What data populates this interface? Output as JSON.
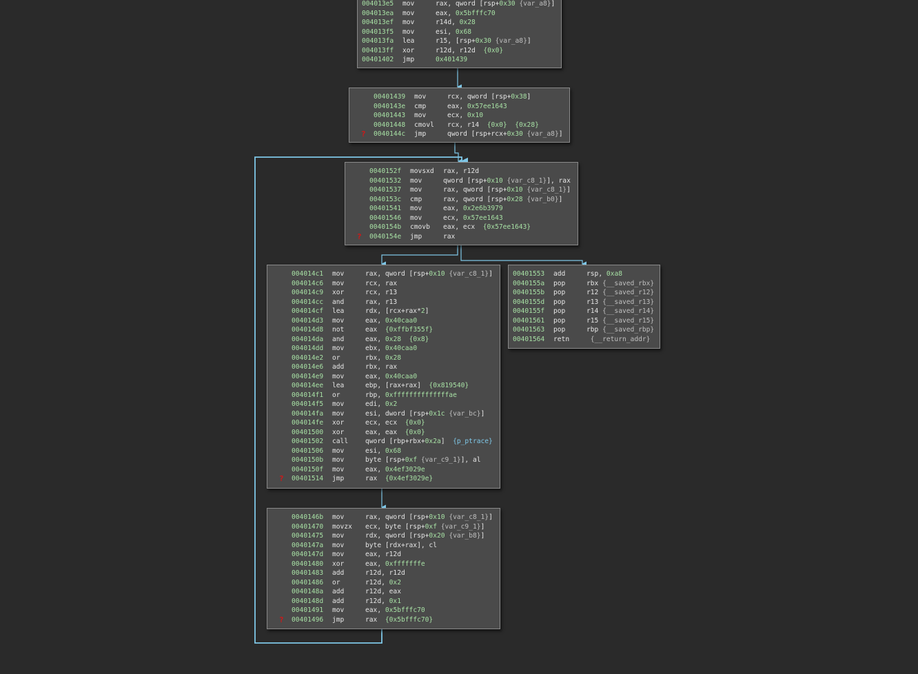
{
  "colors": {
    "background": "#2a2a2a",
    "block_fill": "#4a4a4a",
    "address": "#a7e0a4",
    "immediate": "#a7e0a4",
    "symbol": "#7fc8e8",
    "edge": "#7fc8e8",
    "warning_mark": "#d41616"
  },
  "warning_glyph": "?",
  "blocks": [
    {
      "id": "block-00401365",
      "lines": [
        {
          "addr": "004013e5",
          "mn": "mov",
          "op": [
            [
              "t",
              "rax, qword [rsp+"
            ],
            [
              "n",
              "0x30"
            ],
            [
              "t",
              " "
            ],
            [
              "v",
              "{var_a8}"
            ],
            [
              "t",
              "]"
            ]
          ]
        },
        {
          "addr": "004013ea",
          "mn": "mov",
          "op": [
            [
              "t",
              "eax, "
            ],
            [
              "n",
              "0x5bfffc70"
            ]
          ]
        },
        {
          "addr": "004013ef",
          "mn": "mov",
          "op": [
            [
              "t",
              "r14d, "
            ],
            [
              "n",
              "0x28"
            ]
          ]
        },
        {
          "addr": "004013f5",
          "mn": "mov",
          "op": [
            [
              "t",
              "esi, "
            ],
            [
              "n",
              "0x68"
            ]
          ]
        },
        {
          "addr": "004013fa",
          "mn": "lea",
          "op": [
            [
              "t",
              "r15, [rsp+"
            ],
            [
              "n",
              "0x30"
            ],
            [
              "t",
              " "
            ],
            [
              "v",
              "{var_a8}"
            ],
            [
              "t",
              "]"
            ]
          ]
        },
        {
          "addr": "004013ff",
          "mn": "xor",
          "op": [
            [
              "t",
              "r12d, r12d  "
            ],
            [
              "n",
              "{0x0}"
            ]
          ]
        },
        {
          "addr": "00401402",
          "mn": "jmp",
          "op": [
            [
              "n",
              "0x401439"
            ]
          ]
        }
      ]
    },
    {
      "id": "block-00401439",
      "lines": [
        {
          "addr": "00401439",
          "mn": "mov",
          "op": [
            [
              "t",
              "rcx, qword [rsp+"
            ],
            [
              "n",
              "0x38"
            ],
            [
              "t",
              "]"
            ]
          ]
        },
        {
          "addr": "0040143e",
          "mn": "cmp",
          "op": [
            [
              "t",
              "eax, "
            ],
            [
              "n",
              "0x57ee1643"
            ]
          ]
        },
        {
          "addr": "00401443",
          "mn": "mov",
          "op": [
            [
              "t",
              "ecx, "
            ],
            [
              "n",
              "0x10"
            ]
          ]
        },
        {
          "addr": "00401448",
          "mn": "cmovl",
          "op": [
            [
              "t",
              "rcx, r14  "
            ],
            [
              "n",
              "{0x0}"
            ],
            [
              "t",
              "  "
            ],
            [
              "n",
              "{0x28}"
            ]
          ]
        },
        {
          "addr": "0040144c",
          "mn": "jmp",
          "op": [
            [
              "t",
              "qword [rsp+rcx+"
            ],
            [
              "n",
              "0x30"
            ],
            [
              "t",
              " "
            ],
            [
              "v",
              "{var_a8}"
            ],
            [
              "t",
              "]"
            ]
          ],
          "warn": true
        }
      ]
    },
    {
      "id": "block-0040152f",
      "lines": [
        {
          "addr": "0040152f",
          "mn": "movsxd",
          "op": [
            [
              "t",
              "rax, r12d"
            ]
          ]
        },
        {
          "addr": "00401532",
          "mn": "mov",
          "op": [
            [
              "t",
              "qword [rsp+"
            ],
            [
              "n",
              "0x10"
            ],
            [
              "t",
              " "
            ],
            [
              "v",
              "{var_c8_1}"
            ],
            [
              "t",
              "], rax"
            ]
          ]
        },
        {
          "addr": "00401537",
          "mn": "mov",
          "op": [
            [
              "t",
              "rax, qword [rsp+"
            ],
            [
              "n",
              "0x10"
            ],
            [
              "t",
              " "
            ],
            [
              "v",
              "{var_c8_1}"
            ],
            [
              "t",
              "]"
            ]
          ]
        },
        {
          "addr": "0040153c",
          "mn": "cmp",
          "op": [
            [
              "t",
              "rax, qword [rsp+"
            ],
            [
              "n",
              "0x28"
            ],
            [
              "t",
              " "
            ],
            [
              "v",
              "{var_b0}"
            ],
            [
              "t",
              "]"
            ]
          ]
        },
        {
          "addr": "00401541",
          "mn": "mov",
          "op": [
            [
              "t",
              "eax, "
            ],
            [
              "n",
              "0x2e6b3979"
            ]
          ]
        },
        {
          "addr": "00401546",
          "mn": "mov",
          "op": [
            [
              "t",
              "ecx, "
            ],
            [
              "n",
              "0x57ee1643"
            ]
          ]
        },
        {
          "addr": "0040154b",
          "mn": "cmovb",
          "op": [
            [
              "t",
              "eax, ecx  "
            ],
            [
              "n",
              "{0x57ee1643}"
            ]
          ]
        },
        {
          "addr": "0040154e",
          "mn": "jmp",
          "op": [
            [
              "t",
              "rax"
            ]
          ],
          "warn": true
        }
      ]
    },
    {
      "id": "block-004014c1",
      "lines": [
        {
          "addr": "004014c1",
          "mn": "mov",
          "op": [
            [
              "t",
              "rax, qword [rsp+"
            ],
            [
              "n",
              "0x10"
            ],
            [
              "t",
              " "
            ],
            [
              "v",
              "{var_c8_1}"
            ],
            [
              "t",
              "]"
            ]
          ]
        },
        {
          "addr": "004014c6",
          "mn": "mov",
          "op": [
            [
              "t",
              "rcx, rax"
            ]
          ]
        },
        {
          "addr": "004014c9",
          "mn": "xor",
          "op": [
            [
              "t",
              "rcx, r13"
            ]
          ]
        },
        {
          "addr": "004014cc",
          "mn": "and",
          "op": [
            [
              "t",
              "rax, r13"
            ]
          ]
        },
        {
          "addr": "004014cf",
          "mn": "lea",
          "op": [
            [
              "t",
              "rdx, [rcx+rax*"
            ],
            [
              "n",
              "2"
            ],
            [
              "t",
              "]"
            ]
          ]
        },
        {
          "addr": "004014d3",
          "mn": "mov",
          "op": [
            [
              "t",
              "eax, "
            ],
            [
              "n",
              "0x40caa0"
            ]
          ]
        },
        {
          "addr": "004014d8",
          "mn": "not",
          "op": [
            [
              "t",
              "eax  "
            ],
            [
              "n",
              "{0xffbf355f}"
            ]
          ]
        },
        {
          "addr": "004014da",
          "mn": "and",
          "op": [
            [
              "t",
              "eax, "
            ],
            [
              "n",
              "0x28"
            ],
            [
              "t",
              "  "
            ],
            [
              "n",
              "{0x8}"
            ]
          ]
        },
        {
          "addr": "004014dd",
          "mn": "mov",
          "op": [
            [
              "t",
              "ebx, "
            ],
            [
              "n",
              "0x40caa0"
            ]
          ]
        },
        {
          "addr": "004014e2",
          "mn": "or",
          "op": [
            [
              "t",
              "rbx, "
            ],
            [
              "n",
              "0x28"
            ]
          ]
        },
        {
          "addr": "004014e6",
          "mn": "add",
          "op": [
            [
              "t",
              "rbx, rax"
            ]
          ]
        },
        {
          "addr": "004014e9",
          "mn": "mov",
          "op": [
            [
              "t",
              "eax, "
            ],
            [
              "n",
              "0x40caa0"
            ]
          ]
        },
        {
          "addr": "004014ee",
          "mn": "lea",
          "op": [
            [
              "t",
              "ebp, [rax+rax]  "
            ],
            [
              "n",
              "{0x819540}"
            ]
          ]
        },
        {
          "addr": "004014f1",
          "mn": "or",
          "op": [
            [
              "t",
              "rbp, "
            ],
            [
              "n",
              "0xffffffffffffffae"
            ]
          ]
        },
        {
          "addr": "004014f5",
          "mn": "mov",
          "op": [
            [
              "t",
              "edi, "
            ],
            [
              "n",
              "0x2"
            ]
          ]
        },
        {
          "addr": "004014fa",
          "mn": "mov",
          "op": [
            [
              "t",
              "esi, dword [rsp+"
            ],
            [
              "n",
              "0x1c"
            ],
            [
              "t",
              " "
            ],
            [
              "v",
              "{var_bc}"
            ],
            [
              "t",
              "]"
            ]
          ]
        },
        {
          "addr": "004014fe",
          "mn": "xor",
          "op": [
            [
              "t",
              "ecx, ecx  "
            ],
            [
              "n",
              "{0x0}"
            ]
          ]
        },
        {
          "addr": "00401500",
          "mn": "xor",
          "op": [
            [
              "t",
              "eax, eax  "
            ],
            [
              "n",
              "{0x0}"
            ]
          ]
        },
        {
          "addr": "00401502",
          "mn": "call",
          "op": [
            [
              "t",
              "qword [rbp+rbx+"
            ],
            [
              "n",
              "0x2a"
            ],
            [
              "t",
              "]  "
            ],
            [
              "s",
              "{p_ptrace}"
            ]
          ]
        },
        {
          "addr": "00401506",
          "mn": "mov",
          "op": [
            [
              "t",
              "esi, "
            ],
            [
              "n",
              "0x68"
            ]
          ]
        },
        {
          "addr": "0040150b",
          "mn": "mov",
          "op": [
            [
              "t",
              "byte [rsp+"
            ],
            [
              "n",
              "0xf"
            ],
            [
              "t",
              " "
            ],
            [
              "v",
              "{var_c9_1}"
            ],
            [
              "t",
              "], al"
            ]
          ]
        },
        {
          "addr": "0040150f",
          "mn": "mov",
          "op": [
            [
              "t",
              "eax, "
            ],
            [
              "n",
              "0x4ef3029e"
            ]
          ]
        },
        {
          "addr": "00401514",
          "mn": "jmp",
          "op": [
            [
              "t",
              "rax  "
            ],
            [
              "n",
              "{0x4ef3029e}"
            ]
          ],
          "warn": true
        }
      ]
    },
    {
      "id": "block-00401553",
      "lines": [
        {
          "addr": "00401553",
          "mn": "add",
          "op": [
            [
              "t",
              "rsp, "
            ],
            [
              "n",
              "0xa8"
            ]
          ]
        },
        {
          "addr": "0040155a",
          "mn": "pop",
          "op": [
            [
              "t",
              "rbx "
            ],
            [
              "v",
              "{__saved_rbx}"
            ]
          ]
        },
        {
          "addr": "0040155b",
          "mn": "pop",
          "op": [
            [
              "t",
              "r12 "
            ],
            [
              "v",
              "{__saved_r12}"
            ]
          ]
        },
        {
          "addr": "0040155d",
          "mn": "pop",
          "op": [
            [
              "t",
              "r13 "
            ],
            [
              "v",
              "{__saved_r13}"
            ]
          ]
        },
        {
          "addr": "0040155f",
          "mn": "pop",
          "op": [
            [
              "t",
              "r14 "
            ],
            [
              "v",
              "{__saved_r14}"
            ]
          ]
        },
        {
          "addr": "00401561",
          "mn": "pop",
          "op": [
            [
              "t",
              "r15 "
            ],
            [
              "v",
              "{__saved_r15}"
            ]
          ]
        },
        {
          "addr": "00401563",
          "mn": "pop",
          "op": [
            [
              "t",
              "rbp "
            ],
            [
              "v",
              "{__saved_rbp}"
            ]
          ]
        },
        {
          "addr": "00401564",
          "mn": "retn",
          "op": [
            [
              "t",
              " "
            ],
            [
              "v",
              "{__return_addr}"
            ]
          ]
        }
      ]
    },
    {
      "id": "block-0040146b",
      "lines": [
        {
          "addr": "0040146b",
          "mn": "mov",
          "op": [
            [
              "t",
              "rax, qword [rsp+"
            ],
            [
              "n",
              "0x10"
            ],
            [
              "t",
              " "
            ],
            [
              "v",
              "{var_c8_1}"
            ],
            [
              "t",
              "]"
            ]
          ]
        },
        {
          "addr": "00401470",
          "mn": "movzx",
          "op": [
            [
              "t",
              "ecx, byte [rsp+"
            ],
            [
              "n",
              "0xf"
            ],
            [
              "t",
              " "
            ],
            [
              "v",
              "{var_c9_1}"
            ],
            [
              "t",
              "]"
            ]
          ]
        },
        {
          "addr": "00401475",
          "mn": "mov",
          "op": [
            [
              "t",
              "rdx, qword [rsp+"
            ],
            [
              "n",
              "0x20"
            ],
            [
              "t",
              " "
            ],
            [
              "v",
              "{var_b8}"
            ],
            [
              "t",
              "]"
            ]
          ]
        },
        {
          "addr": "0040147a",
          "mn": "mov",
          "op": [
            [
              "t",
              "byte [rdx+rax], cl"
            ]
          ]
        },
        {
          "addr": "0040147d",
          "mn": "mov",
          "op": [
            [
              "t",
              "eax, r12d"
            ]
          ]
        },
        {
          "addr": "00401480",
          "mn": "xor",
          "op": [
            [
              "t",
              "eax, "
            ],
            [
              "n",
              "0xfffffffe"
            ]
          ]
        },
        {
          "addr": "00401483",
          "mn": "add",
          "op": [
            [
              "t",
              "r12d, r12d"
            ]
          ]
        },
        {
          "addr": "00401486",
          "mn": "or",
          "op": [
            [
              "t",
              "r12d, "
            ],
            [
              "n",
              "0x2"
            ]
          ]
        },
        {
          "addr": "0040148a",
          "mn": "add",
          "op": [
            [
              "t",
              "r12d, eax"
            ]
          ]
        },
        {
          "addr": "0040148d",
          "mn": "add",
          "op": [
            [
              "t",
              "r12d, "
            ],
            [
              "n",
              "0x1"
            ]
          ]
        },
        {
          "addr": "00401491",
          "mn": "mov",
          "op": [
            [
              "t",
              "eax, "
            ],
            [
              "n",
              "0x5bfffc70"
            ]
          ]
        },
        {
          "addr": "00401496",
          "mn": "jmp",
          "op": [
            [
              "t",
              "rax  "
            ],
            [
              "n",
              "{0x5bfffc70}"
            ]
          ],
          "warn": true
        }
      ]
    }
  ]
}
